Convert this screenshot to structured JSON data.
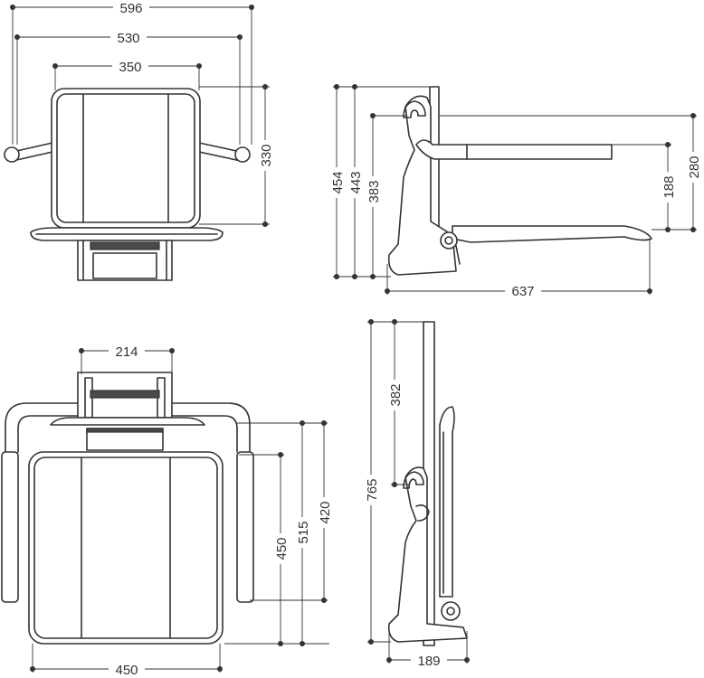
{
  "dimensions": {
    "front_width_596": "596",
    "front_width_530": "530",
    "front_width_350": "350",
    "front_height_330": "330",
    "side_height_454": "454",
    "side_height_443": "443",
    "side_height_383": "383",
    "side_height_188": "188",
    "side_height_280": "280",
    "side_depth_637": "637",
    "top_width_214": "214",
    "top_height_450_left": "450",
    "top_height_515": "515",
    "top_height_420": "420",
    "top_width_450": "450",
    "folded_height_382": "382",
    "folded_height_765": "765",
    "folded_depth_189": "189"
  },
  "colors": {
    "ink": "#333333",
    "background": "#ffffff",
    "dark_fill": "#4a4a4a"
  }
}
